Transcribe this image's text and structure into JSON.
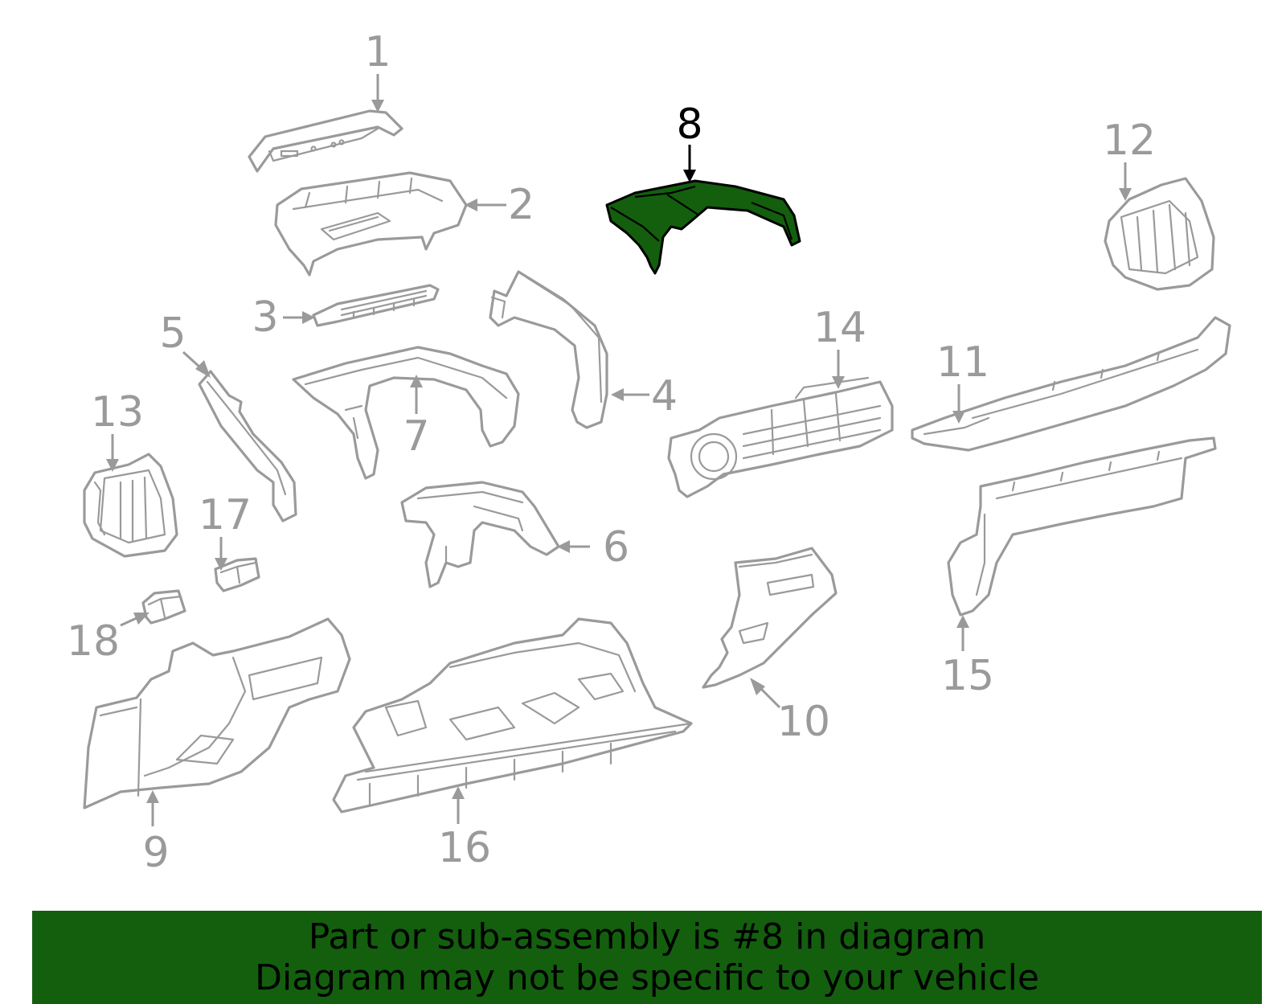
{
  "highlighted_part": "8",
  "callouts": [
    {
      "id": "c1",
      "label": "1"
    },
    {
      "id": "c2",
      "label": "2"
    },
    {
      "id": "c3",
      "label": "3"
    },
    {
      "id": "c4",
      "label": "4"
    },
    {
      "id": "c5",
      "label": "5"
    },
    {
      "id": "c6",
      "label": "6"
    },
    {
      "id": "c7",
      "label": "7"
    },
    {
      "id": "c8",
      "label": "8"
    },
    {
      "id": "c9",
      "label": "9"
    },
    {
      "id": "c10",
      "label": "10"
    },
    {
      "id": "c11",
      "label": "11"
    },
    {
      "id": "c12",
      "label": "12"
    },
    {
      "id": "c13",
      "label": "13"
    },
    {
      "id": "c14",
      "label": "14"
    },
    {
      "id": "c15",
      "label": "15"
    },
    {
      "id": "c16",
      "label": "16"
    },
    {
      "id": "c17",
      "label": "17"
    },
    {
      "id": "c18",
      "label": "18"
    }
  ],
  "banner": {
    "line1": "Part or sub-assembly is #8 in diagram",
    "line2": "Diagram may not be specific to your vehicle"
  },
  "colors": {
    "highlight_fill": "#135f0e",
    "part_outline": "#9a9a9a",
    "banner_background": "#135f0e"
  }
}
